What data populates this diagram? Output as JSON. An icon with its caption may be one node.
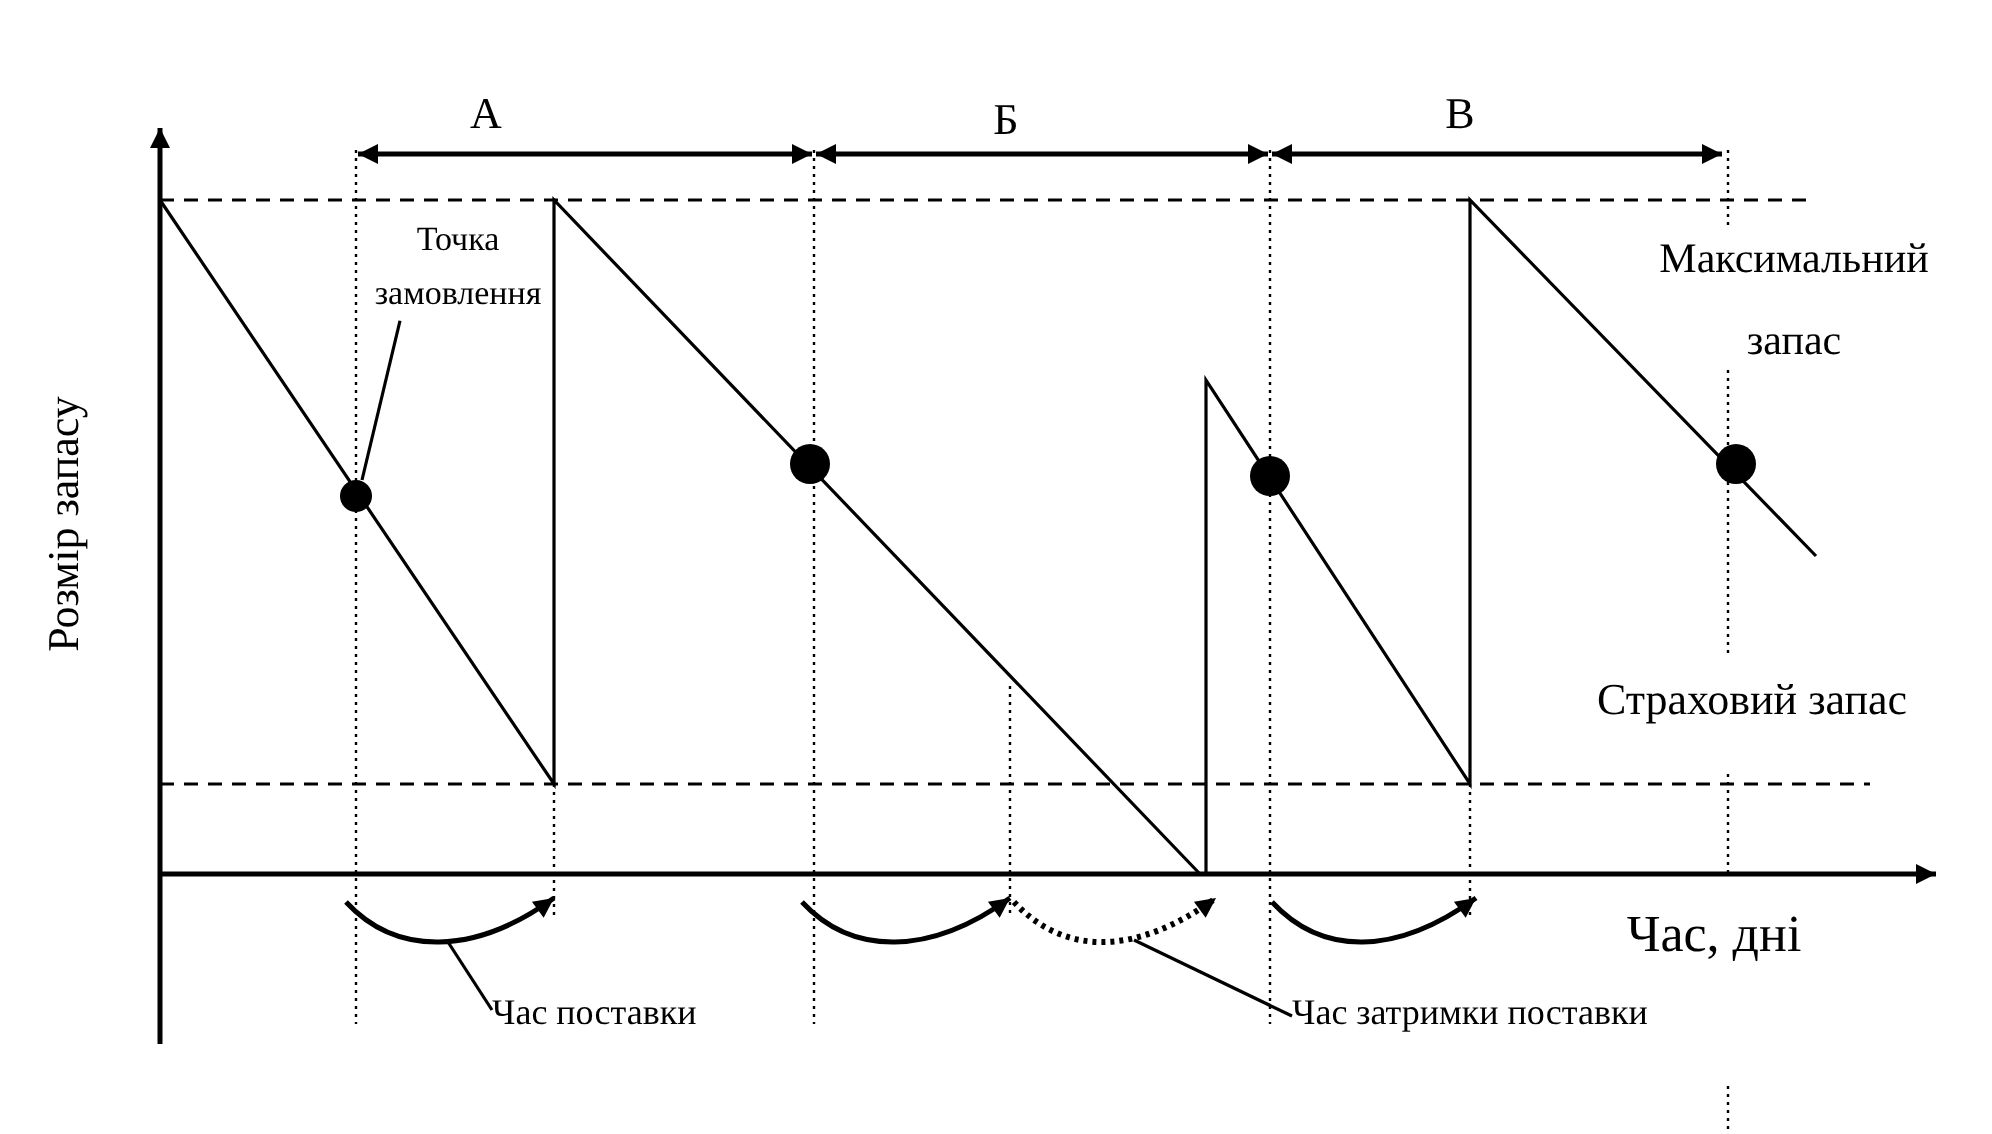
{
  "diagram": {
    "nodes": [
      {
        "text": [
          "Точка замовлення"
        ]
      },
      {
        "text": [
          "Час поставки"
        ]
      },
      {
        "text": [
          "Час затримки поставки"
        ]
      },
      {
        "text": [],
        "shape": "circle"
      },
      {
        "text": [],
        "shape": "circle"
      },
      {
        "text": [],
        "shape": "circle"
      },
      {
        "text": [],
        "shape": "circle"
      }
    ],
    "edges": [
      {
        "from": 0,
        "to": 3,
        "arrow": "none"
      },
      {
        "from": 1,
        "to": null,
        "arrow": "none"
      },
      {
        "from": 2,
        "to": null,
        "arrow": "none"
      }
    ],
    "labels": [
      "А",
      "Б",
      "В",
      "Максимальний запас",
      "Розмір запасу",
      "Страховий запас",
      "Час, дні"
    ]
  }
}
